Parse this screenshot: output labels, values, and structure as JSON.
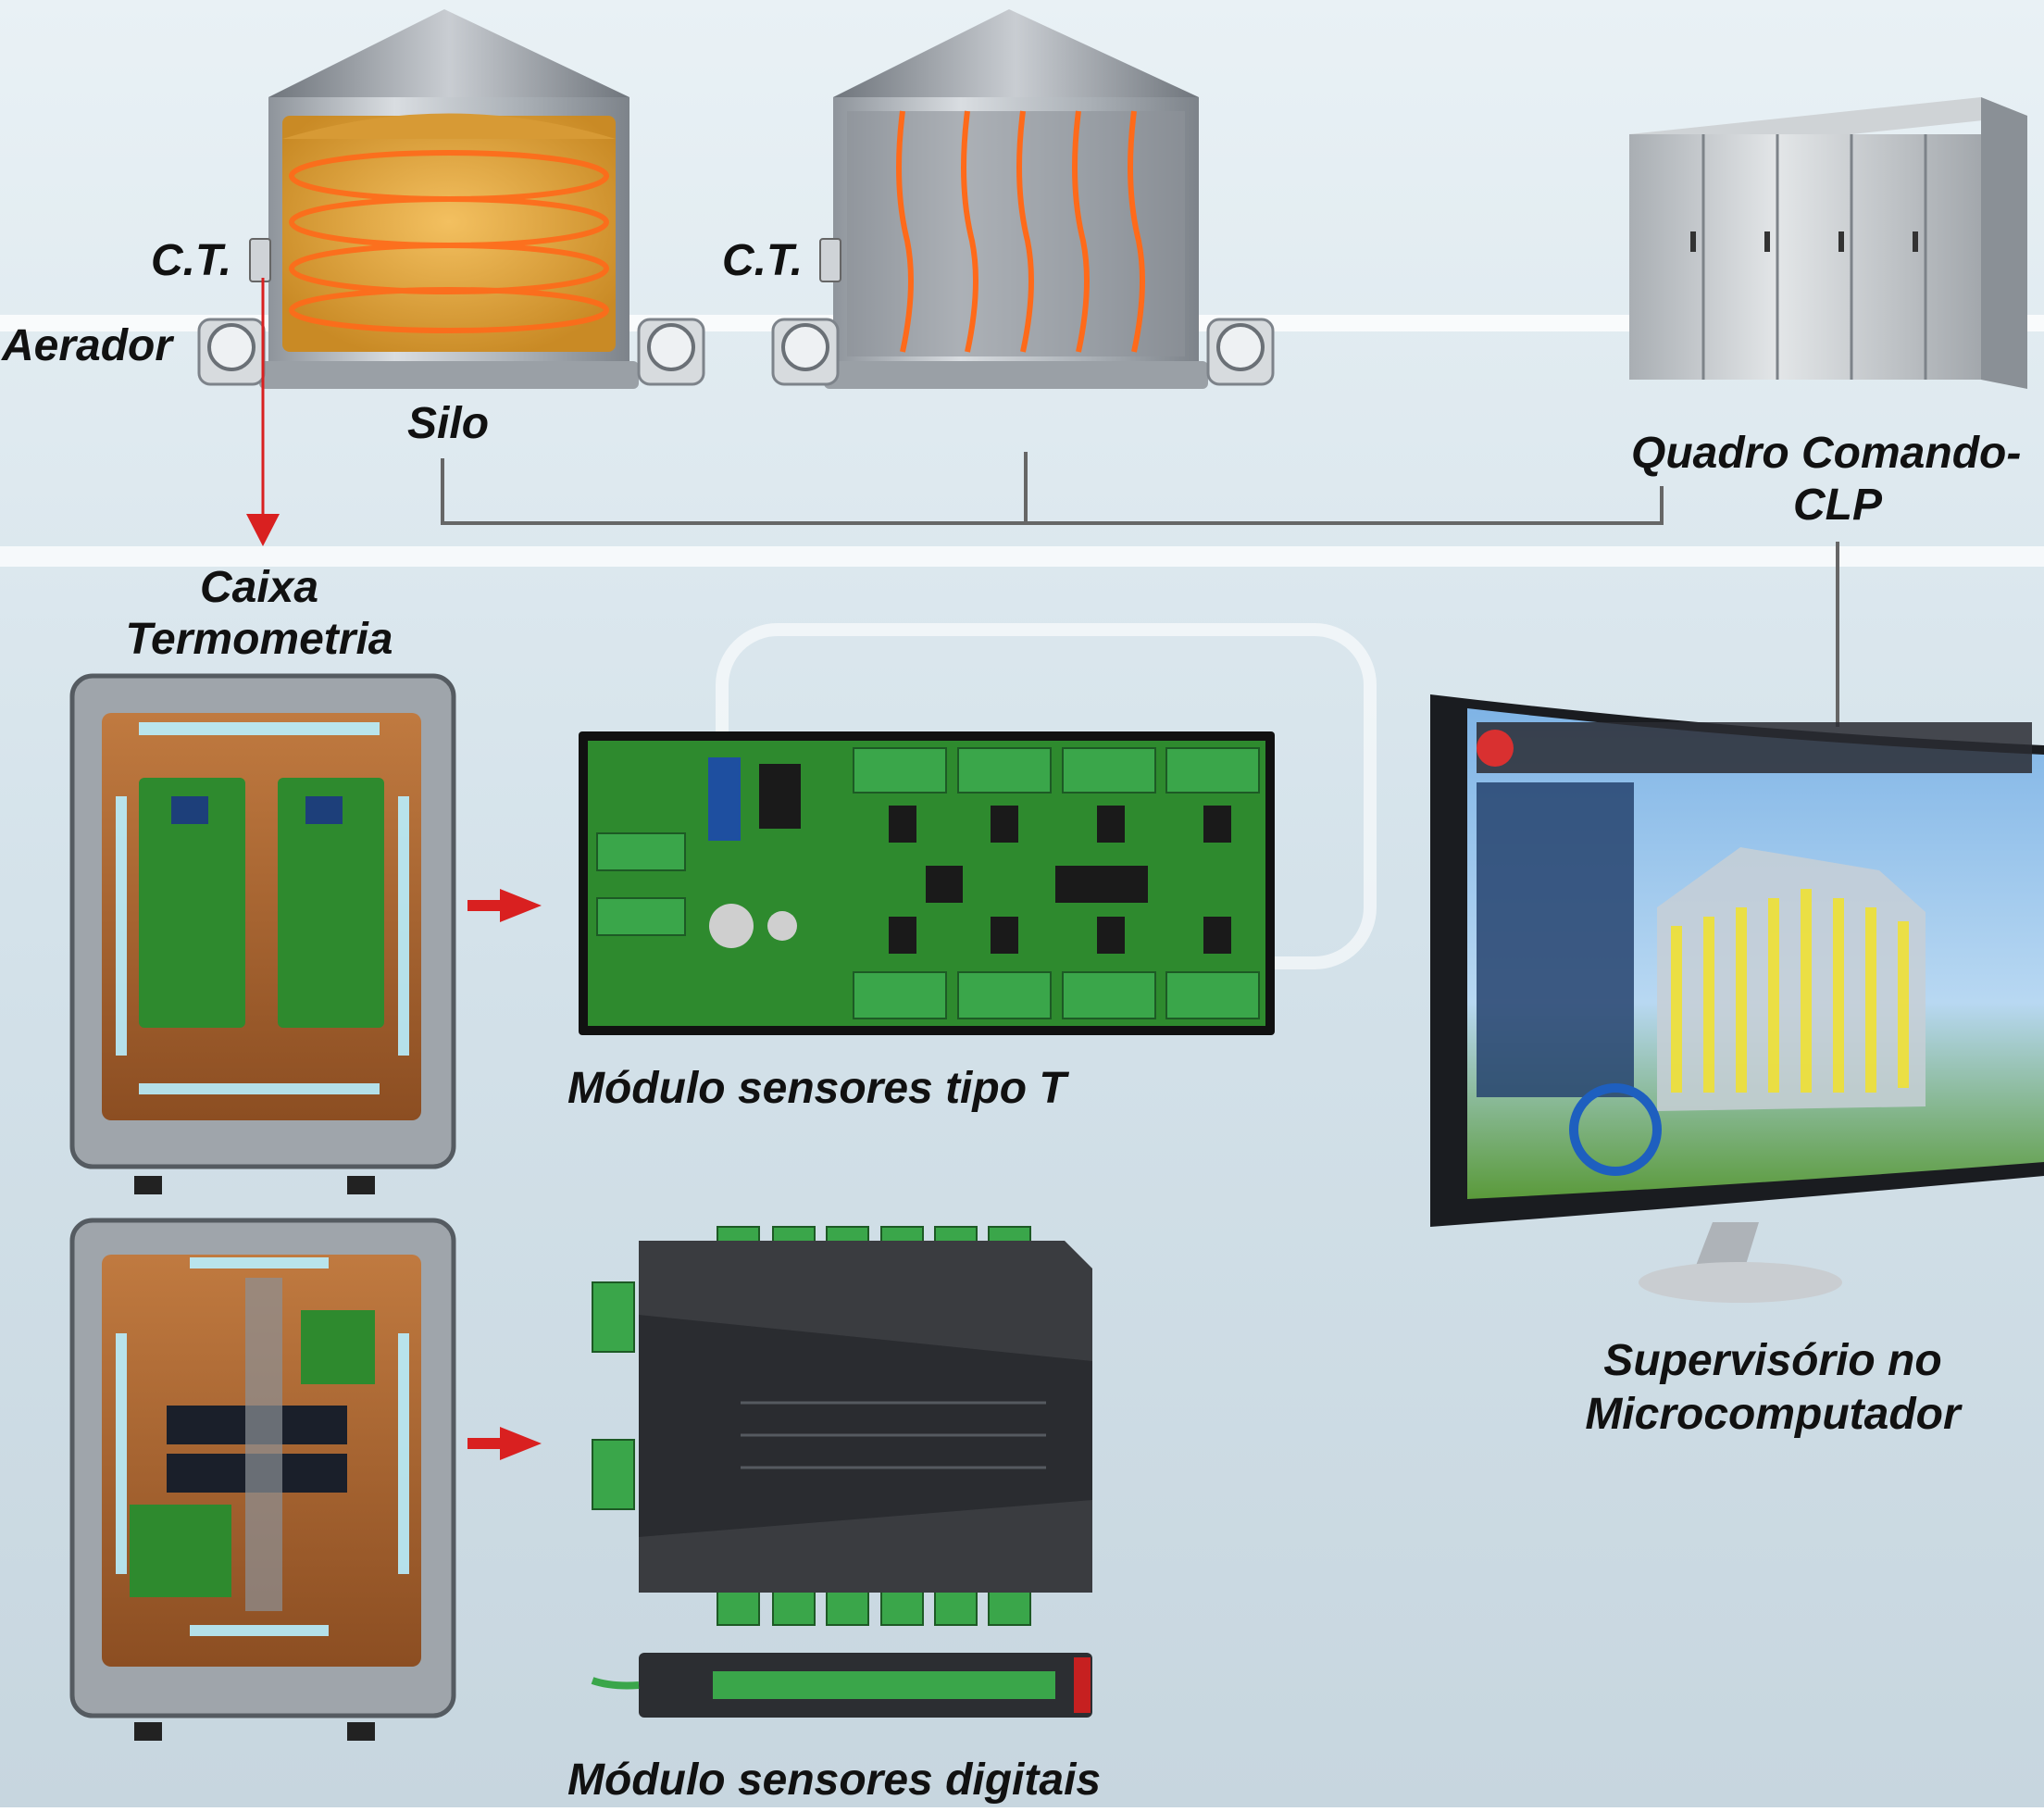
{
  "labels": {
    "ct_left": "C.T.",
    "ct_right": "C.T.",
    "aerador": "Aerador",
    "silo": "Silo",
    "quadro_line1": "Quadro Comando-",
    "quadro_line2": "CLP",
    "caixa_line1": "Caixa",
    "caixa_line2": "Termometria",
    "modulo_tipo_t": "Módulo sensores tipo T",
    "supervisorio_line1": "Supervisório no",
    "supervisorio_line2": "Microcomputador",
    "modulo_digitais": "Módulo sensores digitais"
  },
  "colors": {
    "arrow_red": "#d92020",
    "pcb_green": "#2e8a2e",
    "terminal_green": "#3aa64a",
    "grain_orange": "#e0a040",
    "heat_coil": "#ff6a1a",
    "steel": "#b8bcc2",
    "wire_gray": "#666666",
    "background": "#dbe7ee"
  }
}
